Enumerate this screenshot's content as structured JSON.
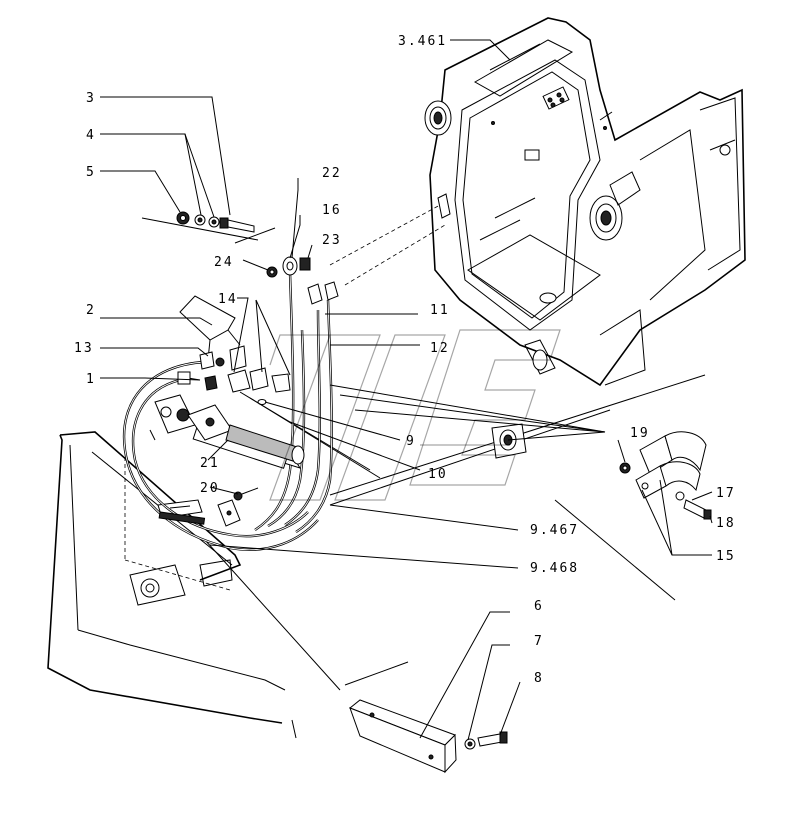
{
  "labels": {
    "l3461": "3.461",
    "l3": "3",
    "l4": "4",
    "l5": "5",
    "l22": "22",
    "l16": "16",
    "l23": "23",
    "l24": "24",
    "l2": "2",
    "l14": "14",
    "l11": "11",
    "l12": "12",
    "l13": "13",
    "l1": "1",
    "l9": "9",
    "l10": "10",
    "l21": "21",
    "l20": "20",
    "l19": "19",
    "l17": "17",
    "l18": "18",
    "l15": "15",
    "l9467": "9.467",
    "l9468": "9.468",
    "l6": "6",
    "l7": "7",
    "l8": "8"
  }
}
